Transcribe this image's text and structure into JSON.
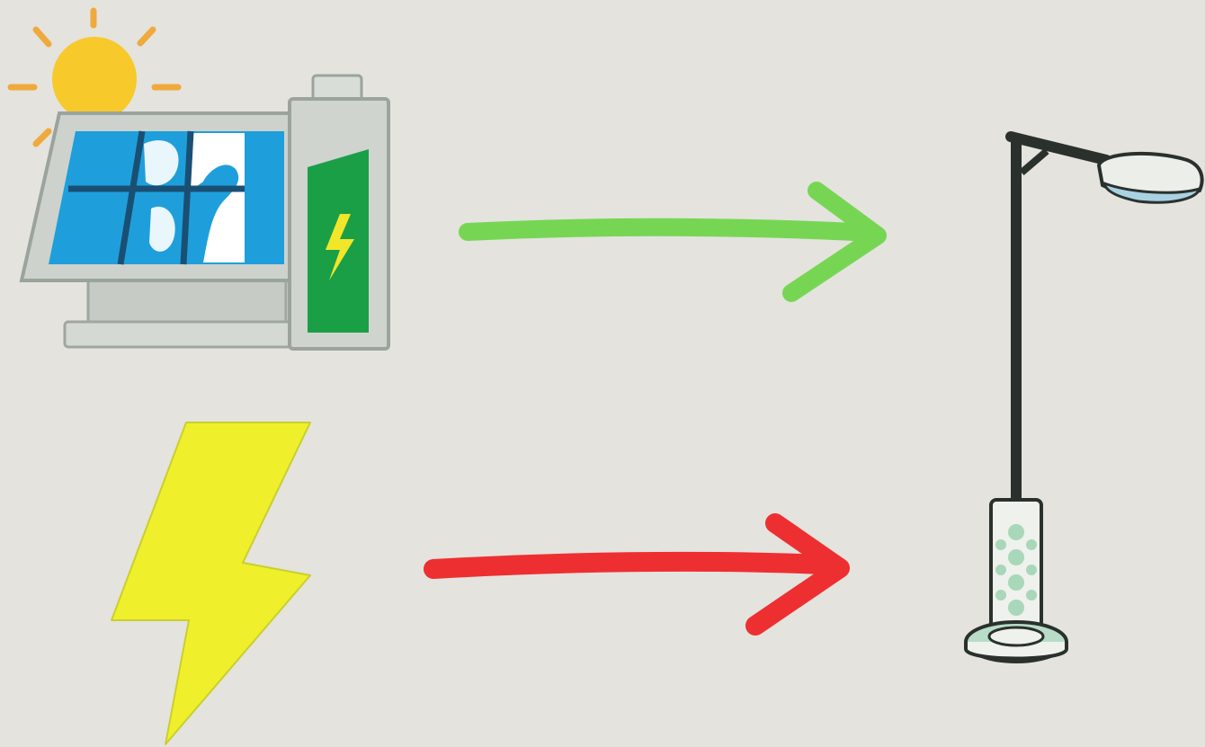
{
  "diagram": {
    "background": "#e4e3de",
    "nodes": [
      {
        "id": "solar-panel-with-battery",
        "icon": "solar-panel-battery-icon"
      },
      {
        "id": "grid-electricity",
        "icon": "lightning-bolt-icon"
      },
      {
        "id": "street-lamp",
        "icon": "street-lamp-icon"
      }
    ],
    "edges": [
      {
        "from": "solar-panel-with-battery",
        "to": "street-lamp",
        "color": "#76d654",
        "icon": "arrow-right-icon"
      },
      {
        "from": "grid-electricity",
        "to": "street-lamp",
        "color": "#ee2f31",
        "icon": "arrow-right-icon"
      }
    ],
    "colors": {
      "sun": "#f7c92a",
      "sun_rays": "#f0a93c",
      "panel_blue": "#1e9fdb",
      "battery_green": "#1a9f47",
      "bolt_yellow": "#eff02b",
      "lamp_pole": "#2a312d",
      "lamp_base": "#b8dcc7"
    }
  }
}
